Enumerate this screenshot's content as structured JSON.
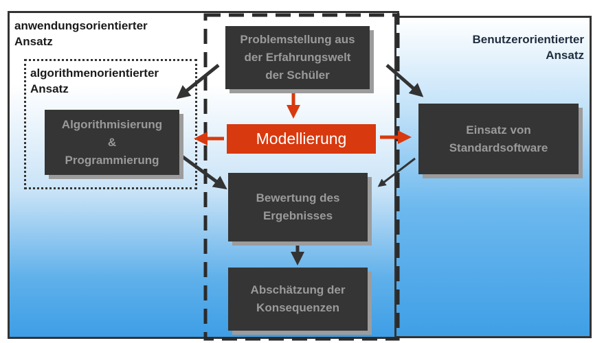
{
  "regions": {
    "anwendungsorientiert": "anwendungsorientierter\nAnsatz",
    "algorithmenorientiert": "algorithmenorientierter\nAnsatz",
    "benutzerorientiert": "Benutzerorientierter\nAnsatz"
  },
  "boxes": {
    "problemstellung": "Problemstellung aus\nder Erfahrungswelt\nder Schüler",
    "modellierung": "Modellierung",
    "algorithmisierung": "Algorithmisierung\n&\nProgrammierung",
    "standardsoftware": "Einsatz von\nStandardsoftware",
    "bewertung": "Bewertung des\nErgebnisses",
    "abschaetzung": "Abschätzung der\nKonsequenzen"
  },
  "colors": {
    "box_fill": "#353535",
    "box_text": "#9a9a9a",
    "accent": "#d8390e",
    "arrow_dark": "#333333",
    "region_blue": "#3e9ee6"
  }
}
